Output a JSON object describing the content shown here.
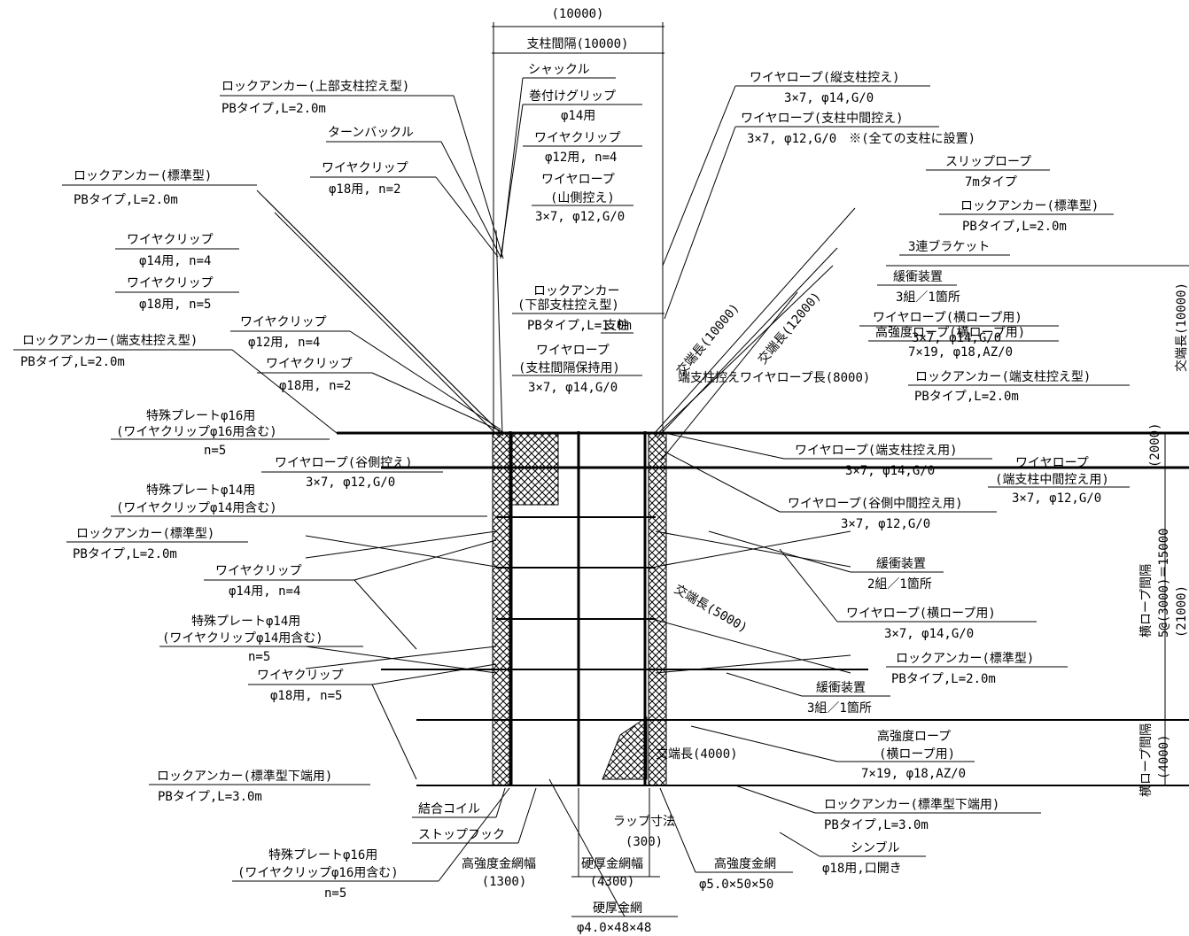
{
  "dims": {
    "top_overall": "(10000)",
    "post_spacing": "支柱間隔(10000)",
    "right_overall_1": "交端長(10000)",
    "right_overall_2": "(21000)",
    "right_top": "(2000)",
    "right_mid": "横ロープ間隔",
    "right_mid_2": "5@(3000)＝15000",
    "right_bot": "横ロープ間隔",
    "right_bot_2": "(4000)",
    "lap": "ラップ寸法",
    "lap_val": "(300)",
    "hs_width": "高強度金網幅",
    "hs_width_val": "(1300)",
    "thick_width": "硬厚金網幅",
    "thick_width_val": "(4300)",
    "cross_10000": "交端長(10000)",
    "cross_12000": "交端長(12000)",
    "cross_5000": "交端長(5000)",
    "cross_4000": "交端長(4000)",
    "end_post_rope": "端支柱控えワイヤロープ長(8000)"
  },
  "labels": [
    {
      "title": "ロックアンカー(上部支柱控え型)",
      "sub": "PBタイプ,L=2.0m"
    },
    {
      "title": "ターンバックル",
      "sub": ""
    },
    {
      "title": "ワイヤクリップ",
      "sub": "φ18用, n=2"
    },
    {
      "title": "ロックアンカー(標準型)",
      "sub": "PBタイプ,L=2.0m"
    },
    {
      "title": "ワイヤクリップ",
      "sub": "φ14用, n=4"
    },
    {
      "title": "ワイヤクリップ",
      "sub": "φ18用, n=5"
    },
    {
      "title": "ワイヤクリップ",
      "sub": "φ12用, n=4"
    },
    {
      "title": "ロックアンカー(端支柱控え型)",
      "sub": "PBタイプ,L=2.0m"
    },
    {
      "title": "ワイヤクリップ",
      "sub": "φ18用, n=2"
    },
    {
      "title": "特殊プレートφ16用",
      "sub": "(ワイヤクリップφ16用含む)",
      "sub2": "n=5"
    },
    {
      "title": "ワイヤロープ(谷側控え)",
      "sub": "3×7, φ12,G/0"
    },
    {
      "title": "特殊プレートφ14用",
      "sub": "(ワイヤクリップφ14用含む)"
    },
    {
      "title": "ロックアンカー(標準型)",
      "sub": "PBタイプ,L=2.0m"
    },
    {
      "title": "ワイヤクリップ",
      "sub": "φ14用, n=4"
    },
    {
      "title": "特殊プレートφ14用",
      "sub": "(ワイヤクリップφ14用含む)",
      "sub2": "n=5"
    },
    {
      "title": "ワイヤクリップ",
      "sub": "φ18用, n=5"
    },
    {
      "title": "ロックアンカー(標準型下端用)",
      "sub": "PBタイプ,L=3.0m"
    },
    {
      "title": "特殊プレートφ16用",
      "sub": "(ワイヤクリップφ16用含む)",
      "sub2": "n=5"
    },
    {
      "title": "シャックル",
      "sub": ""
    },
    {
      "title": "巻付けグリップ",
      "sub": "φ14用"
    },
    {
      "title": "ワイヤクリップ",
      "sub": "φ12用, n=4"
    },
    {
      "title": "ワイヤロープ",
      "sub": "(山側控え)",
      "sub2": "3×7, φ12,G/0"
    },
    {
      "title": "ロックアンカー",
      "sub": "(下部支柱控え型)",
      "sub2": "PBタイプ,L=1.0m"
    },
    {
      "title": "支柱",
      "sub": ""
    },
    {
      "title": "ワイヤロープ",
      "sub": "(支柱間隔保持用)",
      "sub2": "3×7, φ14,G/0"
    },
    {
      "title": "ワイヤロープ(縦支柱控え)",
      "sub": "3×7, φ14,G/0"
    },
    {
      "title": "ワイヤロープ(支柱中間控え)",
      "sub": "3×7, φ12,G/0　※(全ての支柱に設置)"
    },
    {
      "title": "スリップロープ",
      "sub": "7mタイプ"
    },
    {
      "title": "ロックアンカー(標準型)",
      "sub": "PBタイプ,L=2.0m"
    },
    {
      "title": "3連ブラケット",
      "sub": ""
    },
    {
      "title": "緩衝装置",
      "sub": "3組／1箇所"
    },
    {
      "title": "ワイヤロープ(横ロープ用)",
      "sub": "3×7, φ14,G/0"
    },
    {
      "title": "高強度ロープ(横ロープ用)",
      "sub": "7×19, φ18,AZ/0"
    },
    {
      "title": "ロックアンカー(端支柱控え型)",
      "sub": "PBタイプ,L=2.0m"
    },
    {
      "title": "ワイヤロープ(端支柱控え用)",
      "sub": "3×7, φ14,G/0"
    },
    {
      "title": "ワイヤロープ",
      "sub": "(端支柱中間控え用)",
      "sub2": "3×7, φ12,G/0"
    },
    {
      "title": "ワイヤロープ(谷側中間控え用)",
      "sub": "3×7, φ12,G/0"
    },
    {
      "title": "緩衝装置",
      "sub": "2組／1箇所"
    },
    {
      "title": "ワイヤロープ(横ロープ用)",
      "sub": "3×7, φ14,G/0"
    },
    {
      "title": "ロックアンカー(標準型)",
      "sub": "PBタイプ,L=2.0m"
    },
    {
      "title": "緩衝装置",
      "sub": "3組／1箇所"
    },
    {
      "title": "高強度ロープ",
      "sub": "(横ロープ用)",
      "sub2": "7×19, φ18,AZ/0"
    },
    {
      "title": "ロックアンカー(標準型下端用)",
      "sub": "PBタイプ,L=3.0m"
    },
    {
      "title": "シンブル",
      "sub": "φ18用,口開き"
    },
    {
      "title": "結合コイル",
      "sub": ""
    },
    {
      "title": "ストップフック",
      "sub": ""
    },
    {
      "title": "高強度金網",
      "sub": "φ5.0×50×50"
    },
    {
      "title": "硬厚金網",
      "sub": "φ4.0×48×48"
    }
  ]
}
